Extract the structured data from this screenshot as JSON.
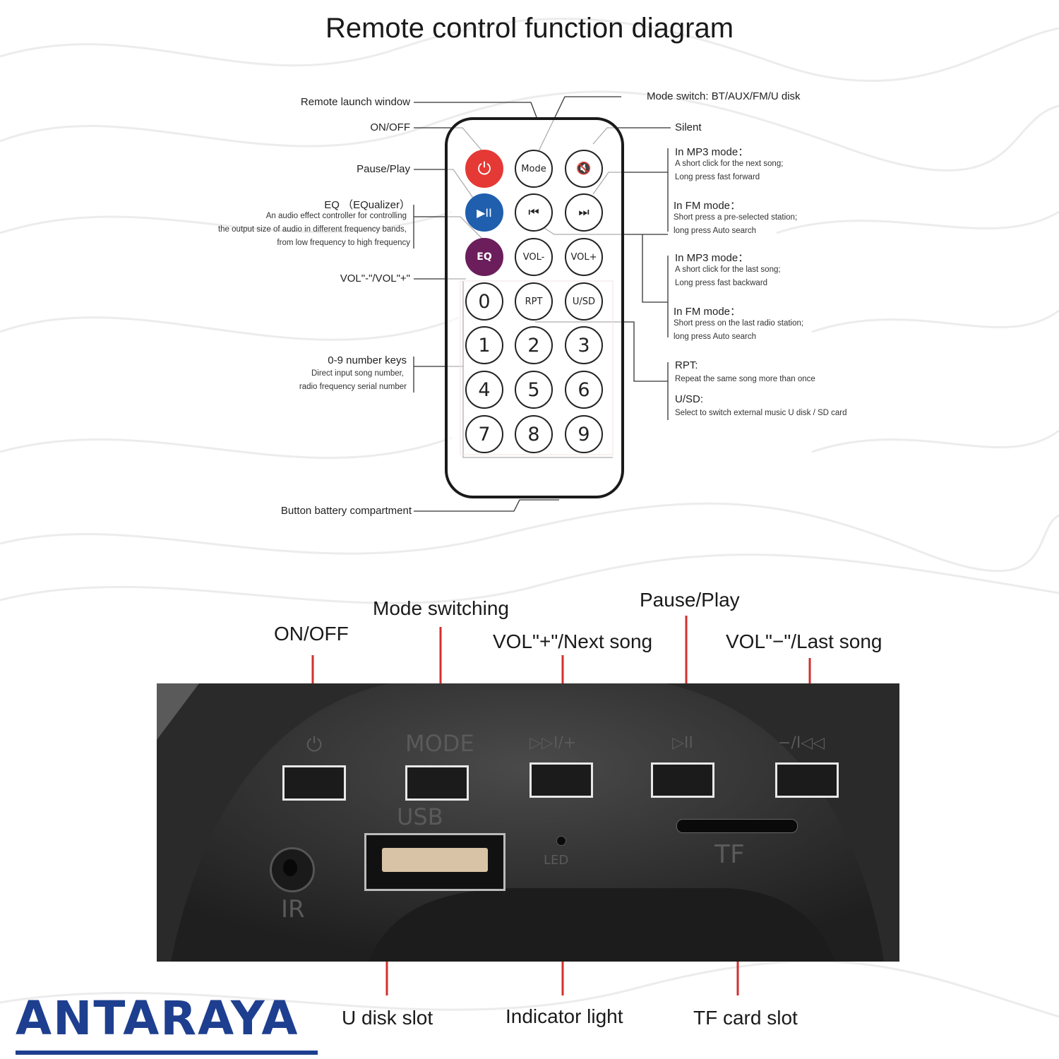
{
  "title": "Remote control function diagram",
  "remote_labels": {
    "launch_window": "Remote launch window",
    "on_off": "ON/OFF",
    "pause_play": "Pause/Play",
    "eq_title": "EQ （EQualizer）",
    "eq_desc": [
      "An audio effect controller for controlling",
      "the output size of audio in different frequency bands,",
      "from low frequency to high frequency"
    ],
    "vol": "VOL\"-\"/VOL\"+\"",
    "numkeys_title": "0-9 number keys",
    "numkeys_desc": [
      "Direct input song number,",
      "radio frequency serial number"
    ],
    "battery": "Button battery compartment",
    "mode_switch": "Mode switch: BT/AUX/FM/U disk",
    "silent": "Silent",
    "next_mp3_title": "In MP3 mode：",
    "next_mp3_desc": [
      "A short click for the next song;",
      "Long press fast forward"
    ],
    "next_fm_title": "In FM mode：",
    "next_fm_desc": [
      "Short press a pre-selected station;",
      "long press Auto search"
    ],
    "prev_mp3_title": "In MP3 mode：",
    "prev_mp3_desc": [
      "A short click for the last song;",
      "Long press fast backward"
    ],
    "prev_fm_title": "In FM mode：",
    "prev_fm_desc": [
      "Short press on the last radio station;",
      "long press Auto search"
    ],
    "rpt_title": "RPT:",
    "rpt_desc": "Repeat the same song more than once",
    "usd_title": "U/SD:",
    "usd_desc": "Select to switch external music U disk / SD card"
  },
  "keys": {
    "power": "⏻",
    "mode": "Mode",
    "mute": "🔇",
    "playpause": "▶II",
    "prev": "⏮",
    "next": "⏭",
    "eq": "EQ",
    "vol_minus": "VOL-",
    "vol_plus": "VOL+",
    "zero": "0",
    "rpt": "RPT",
    "usd": "U/SD",
    "one": "1",
    "two": "2",
    "three": "3",
    "four": "4",
    "five": "5",
    "six": "6",
    "seven": "7",
    "eight": "8",
    "nine": "9"
  },
  "panel_labels": {
    "on_off": "ON/OFF",
    "mode_switching": "Mode switching",
    "vol_plus_next": "VOL\"+\"/Next song",
    "pause_play": "Pause/Play",
    "vol_minus_last": "VOL\"−\"/Last song",
    "u_disk_slot": "U disk slot",
    "indicator_light": "Indicator light",
    "tf_card_slot": "TF card slot"
  },
  "panel_silkscreen": {
    "power": "⏻",
    "mode": "MODE",
    "next": "▷▷I/+",
    "play": "▷II",
    "prev": "−/I◁◁",
    "usb": "USB",
    "led": "LED",
    "tf": "TF",
    "ir": "IR"
  },
  "logo": "ANTARAYA",
  "colors": {
    "accent_line": "#d32f2f",
    "logo": "#1e3f8f",
    "power_key": "#e53935",
    "play_key": "#1f5fae",
    "eq_key": "#6b1e5b"
  }
}
